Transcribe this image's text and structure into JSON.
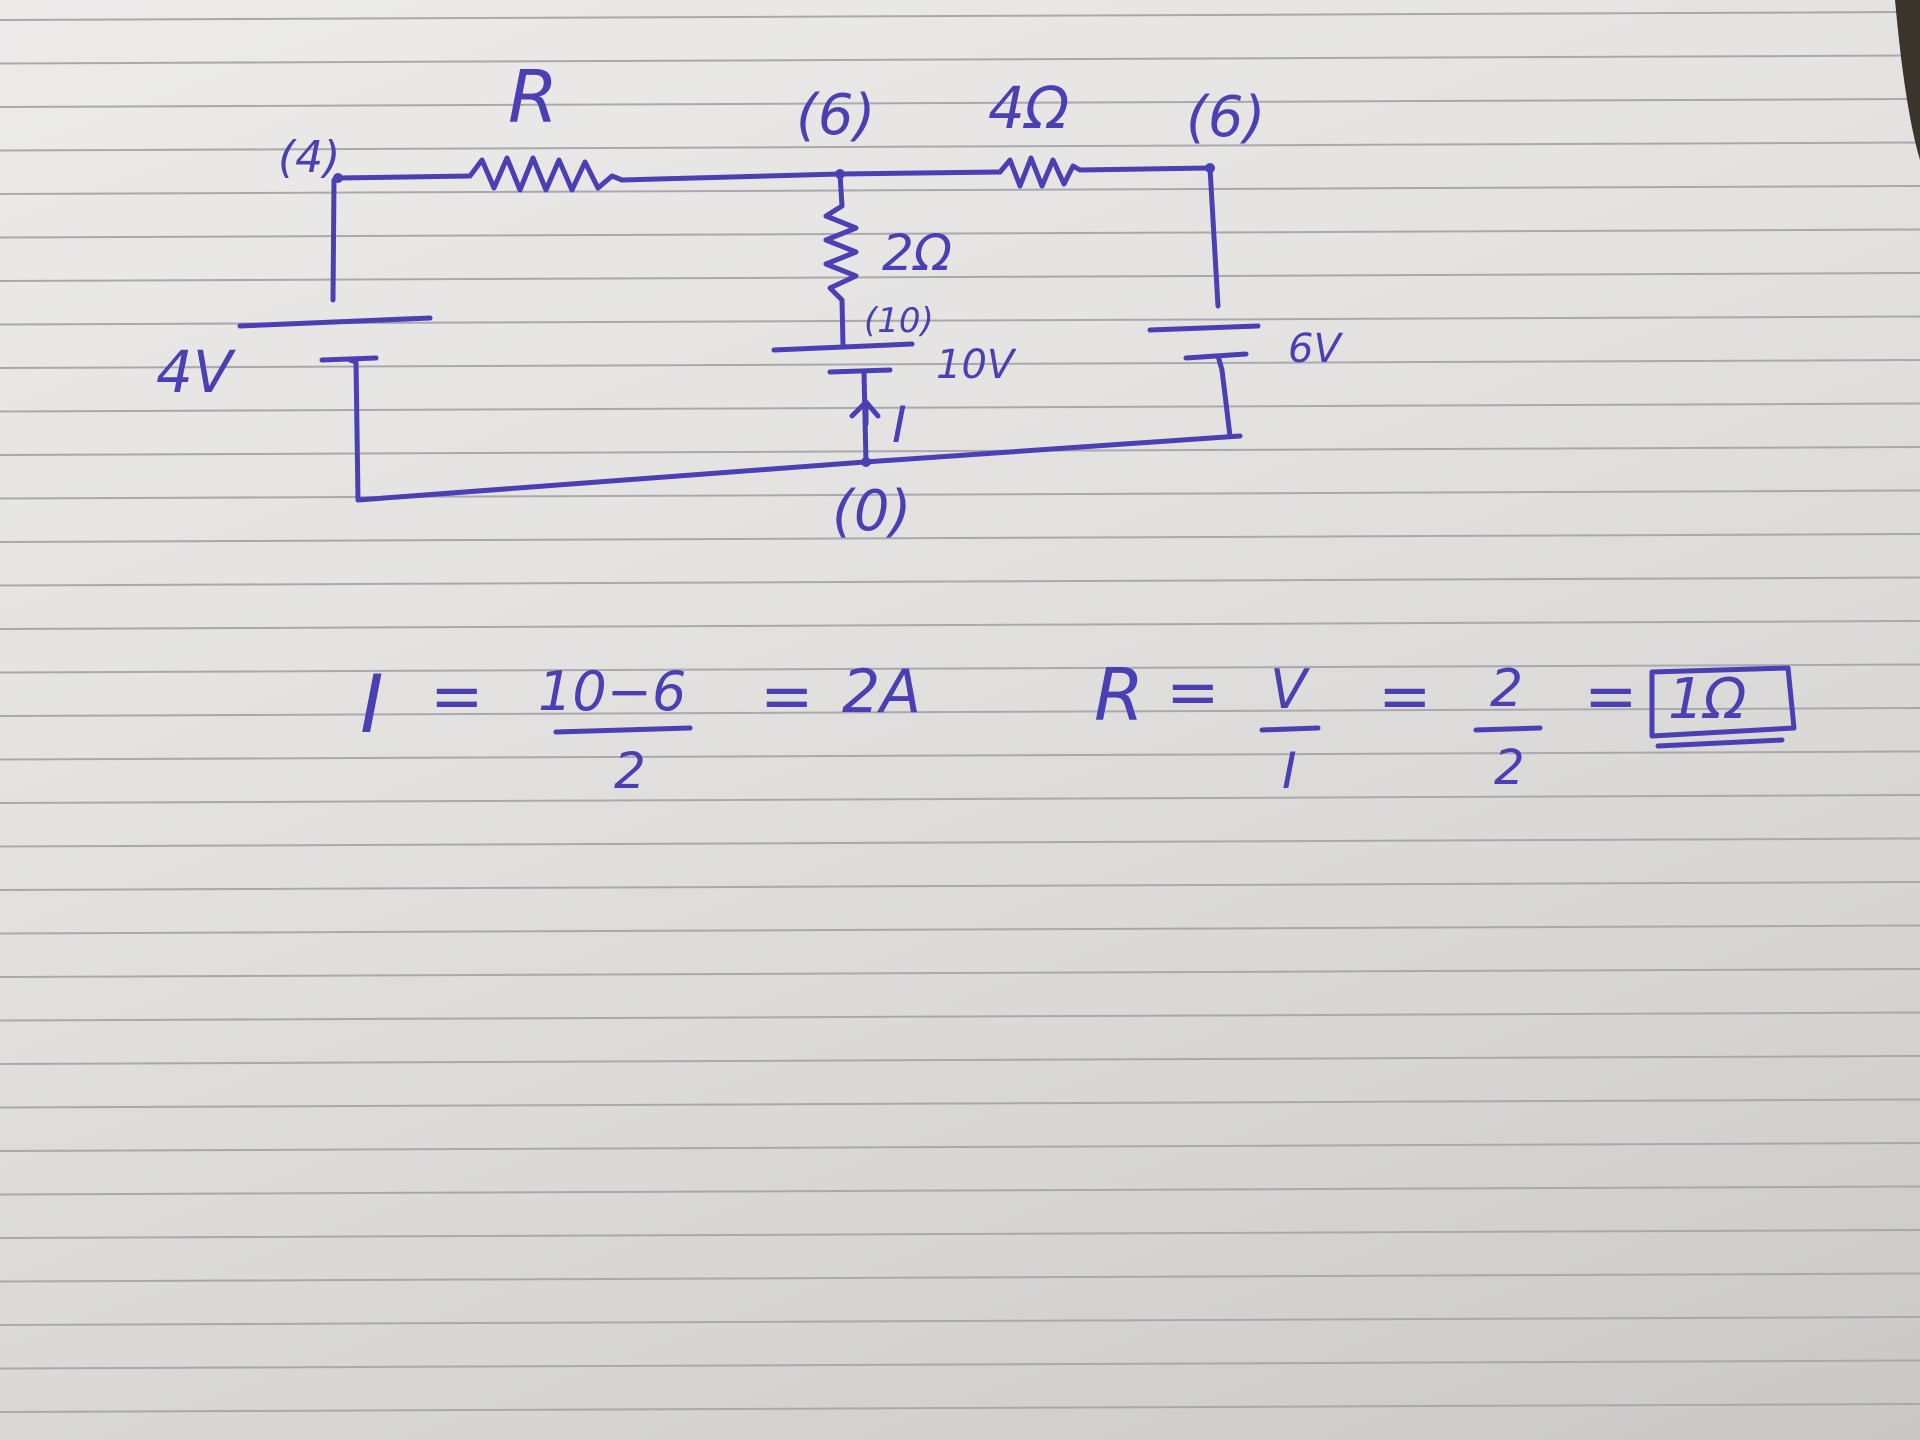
{
  "notebook": {
    "ink_color": "#4a3fb3",
    "paper_color": "#e6e5e3",
    "rule_color": "#a9a8ae"
  },
  "circuit": {
    "nodes": {
      "left_top": "(4)",
      "middle_top": "(6)",
      "right_top": "(6)",
      "middle_inner": "(10)",
      "bottom": "(0)"
    },
    "resistors": {
      "top_left": "R",
      "top_right": "4Ω",
      "middle": "2Ω"
    },
    "batteries": {
      "left": "4V",
      "middle": "10V",
      "right": "6V"
    },
    "current_label": "I"
  },
  "equations": {
    "current": {
      "lhs": "I",
      "eq1": "=",
      "numerator": "10−6",
      "denominator": "2",
      "eq2": "=",
      "result": "2A"
    },
    "resistance": {
      "lhs": "R",
      "eq1": "=",
      "num1": "V",
      "den1": "I",
      "eq2": "=",
      "num2": "2",
      "den2": "2",
      "eq3": "=",
      "result": "1Ω"
    }
  }
}
